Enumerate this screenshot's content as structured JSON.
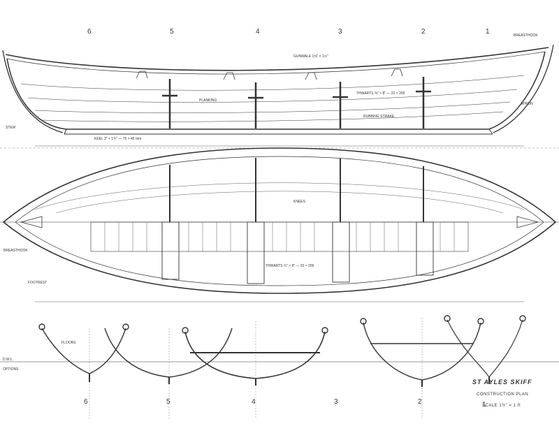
{
  "stations_top": [
    "6",
    "5",
    "4",
    "3",
    "2",
    "1"
  ],
  "stations_bottom": [
    "6",
    "5",
    "4",
    "3",
    "2",
    "1"
  ],
  "title": "ST AYLES SKIFF",
  "subtitle": "CONSTRUCTION PLAN",
  "scale": "SCALE 1½\" = 1 ft",
  "profile_labels": {
    "keel": "KEEL  3\" × 1¾\" — 75 × 45 mm",
    "thwarts": "THWARTS  ⅝\" × 8\" — 22 × 200",
    "gunwale": "GUNWALE 1⅝\" × 1½\"",
    "rubbing": "RUBBING STRAKE",
    "breasthook": "BREASTHOOK",
    "apron": "APRON",
    "stem": "STEM",
    "planking": "PLANKING"
  },
  "plan_labels": {
    "thwarts": "THWARTS  ¾\" × 8\" — 20 × 200",
    "footrest": "FOOTREST",
    "knees": "KNEES",
    "breasthook": "BREASTHOOK"
  },
  "section_labels": {
    "floors": "FLOORS",
    "dwl": "D.W.L.",
    "options": "OPTIONS"
  }
}
